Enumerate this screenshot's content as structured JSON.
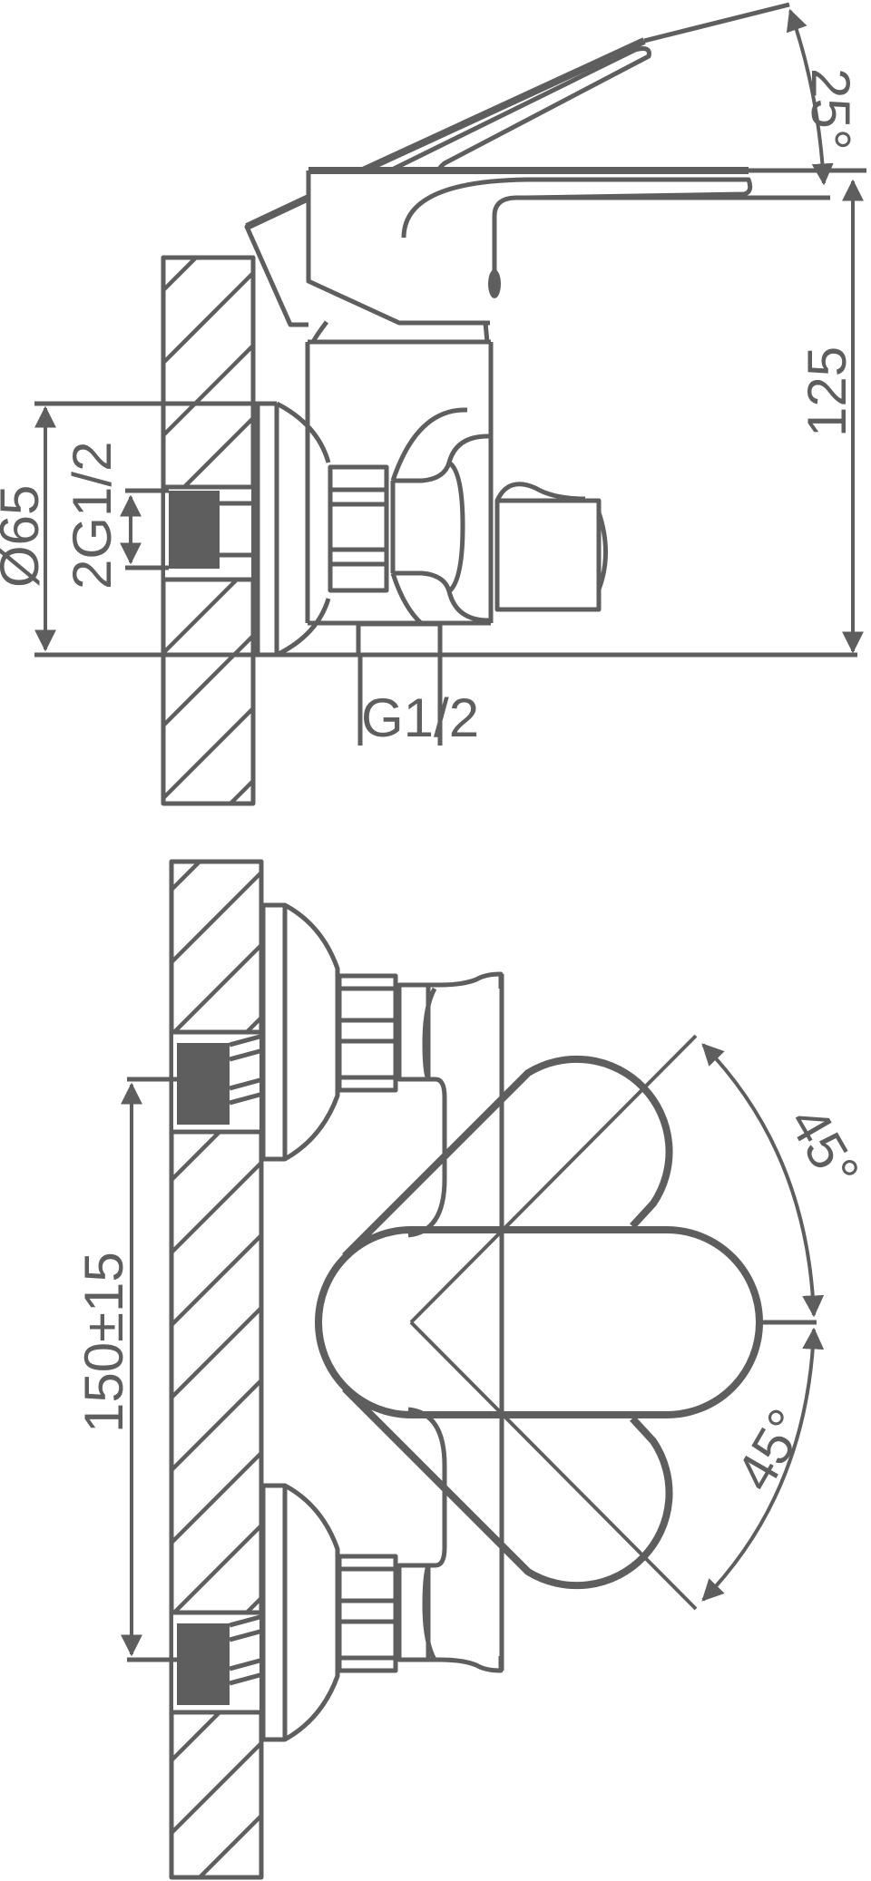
{
  "drawing": {
    "stroke_color": "#5f5e5f",
    "background_color": "#ffffff",
    "side_view": {
      "dimensions": {
        "lever_angle": "25°",
        "height": "125",
        "escutcheon_diameter": "Ø65",
        "wall_inlet_thread": "2G1/2",
        "outlet_thread": "G1/2"
      }
    },
    "front_view": {
      "dimensions": {
        "inlet_spacing": "150±15",
        "lever_angle_upper": "45°",
        "lever_angle_lower": "45°"
      }
    }
  }
}
